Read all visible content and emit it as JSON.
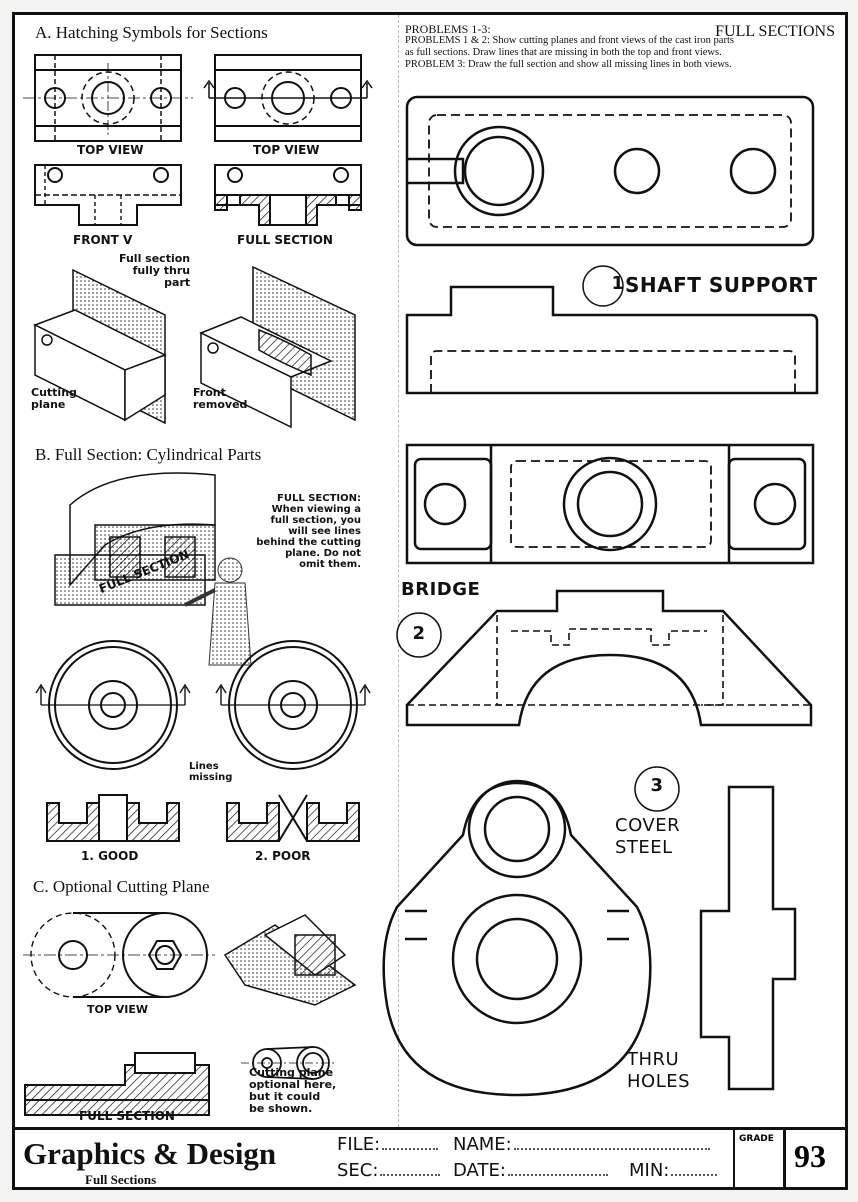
{
  "sections": {
    "a_title": "A. Hatching Symbols for Sections",
    "b_title": "B. Full Section: Cylindrical Parts",
    "c_title": "C. Optional Cutting Plane"
  },
  "section_a": {
    "top_view_1": "TOP VIEW",
    "top_view_2": "TOP VIEW",
    "front_v": "FRONT V",
    "full_section": "FULL SECTION",
    "callout_line1": "Full section",
    "callout_line2": "fully thru",
    "callout_line3": "part",
    "cutting_plane_1": "Cutting",
    "cutting_plane_2": "plane",
    "front_removed_1": "Front",
    "front_removed_2": "removed"
  },
  "section_b": {
    "note_title": "FULL SECTION:",
    "note_body": [
      "When viewing a",
      "full section, you",
      "will see lines",
      "behind the cutting",
      "plane. Do not",
      "omit them."
    ],
    "iso_label": "FULL SECTION",
    "lines_missing_1": "Lines",
    "lines_missing_2": "missing",
    "good": "1. GOOD",
    "poor": "2. POOR"
  },
  "section_c": {
    "top_view": "TOP VIEW",
    "full_section": "FULL SECTION",
    "note": [
      "Cutting plane",
      "optional here,",
      "but it could",
      "be shown."
    ]
  },
  "problems": {
    "header": "PROBLEMS 1-3:",
    "title": "FULL SECTIONS",
    "line1": "PROBLEMS 1 & 2: Show cutting planes and front views of the cast iron parts",
    "line2": "as full sections. Draw lines that are missing in both the top and front views.",
    "line3": "PROBLEM 3: Draw the full section and show all missing lines in both views.",
    "p1_num": "1",
    "p1_name": "SHAFT SUPPORT",
    "p2_num": "2",
    "p2_name": "BRIDGE",
    "p3_num": "3",
    "p3_name_1": "COVER",
    "p3_name_2": "STEEL",
    "p3_note_1": "THRU",
    "p3_note_2": "HOLES"
  },
  "title_block": {
    "title": "Graphics & Design",
    "subtitle": "Full Sections",
    "file_label": "FILE:",
    "name_label": "NAME:",
    "sec_label": "SEC:",
    "date_label": "DATE:",
    "min_label": "MIN:",
    "grade_label": "GRADE",
    "page_number": "93"
  }
}
